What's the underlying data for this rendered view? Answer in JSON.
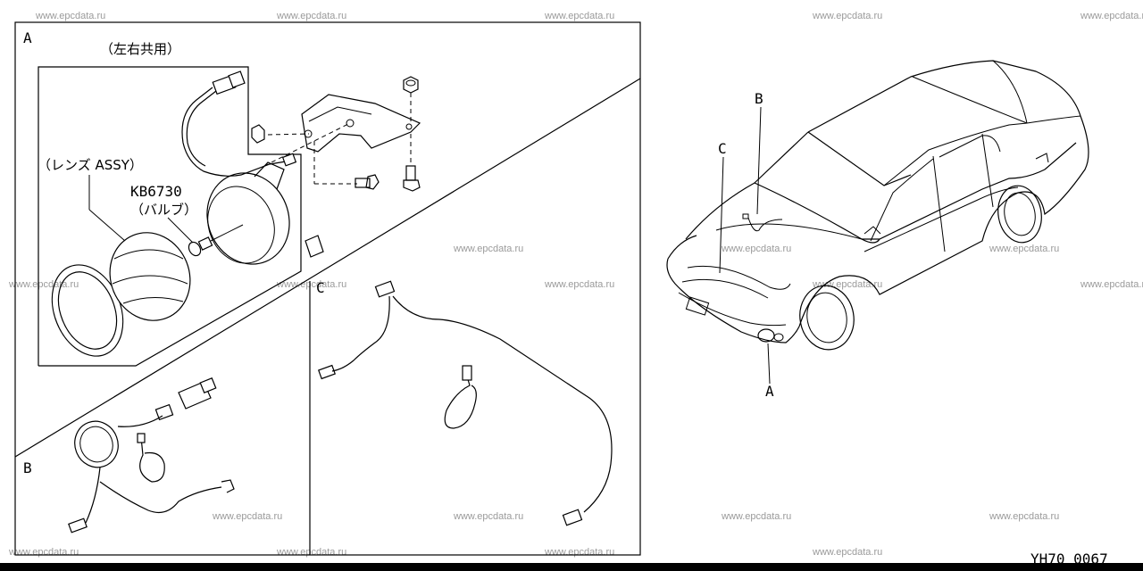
{
  "watermark": "www.epcdata.ru",
  "labels": {
    "A_panel": "A",
    "B_panel": "B",
    "C_panel": "C",
    "car_B": "B",
    "car_C": "C",
    "car_A": "A"
  },
  "parts": {
    "common_lr": "（左右共用）",
    "lens_assy": "（レンズ ASSY）",
    "bulb_code": "KB6730",
    "bulb_name": "（バルブ）"
  },
  "diagram_code": "YH70 0067"
}
